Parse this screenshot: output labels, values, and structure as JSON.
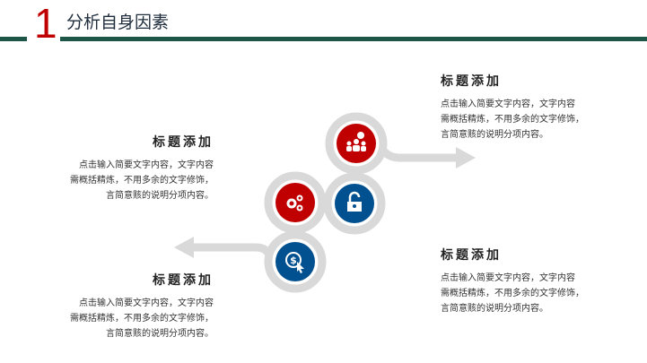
{
  "header": {
    "number": "1",
    "title": "分析自身因素"
  },
  "blocks": [
    {
      "title": "标题添加",
      "lines": [
        "点击输入简要文字内容，文字内容",
        "需概括精炼，不用多余的文字修饰，",
        "言简意赅的说明分项内容。"
      ]
    },
    {
      "title": "标题添加",
      "lines": [
        "点击输入简要文字内容，文字内容",
        "需概括精炼，不用多余的文字修饰，",
        "言简意赅的说明分项内容。"
      ]
    },
    {
      "title": "标题添加",
      "lines": [
        "点击输入简要文字内容，文字内容",
        "需概括精炼，不用多余的文字修饰，",
        "言简意赅的说明分项内容。"
      ]
    },
    {
      "title": "标题添加",
      "lines": [
        "点击输入简要文字内容，文字内容",
        "需概括精炼，不用多余的文字修饰，",
        "言简意赅的说明分项内容。"
      ]
    }
  ],
  "icons": [
    "people-money-icon",
    "gears-icon",
    "unlock-icon",
    "dollar-click-icon"
  ],
  "colors": {
    "red": "#c00000",
    "blue": "#01508f",
    "grey": "#d9d9d9",
    "green": "#1d5546"
  }
}
